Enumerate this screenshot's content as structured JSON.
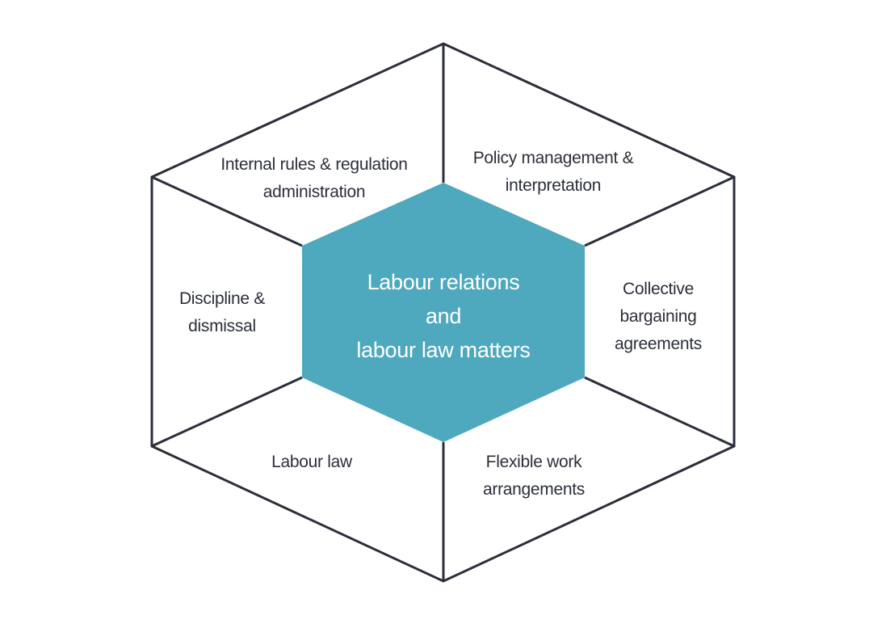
{
  "diagram": {
    "title": "Labour relations and labour law matters",
    "center": {
      "lines": [
        "Labour relations",
        "and",
        "labour law matters"
      ],
      "fill_color": "#4ea8be",
      "text_color": "#ffffff"
    },
    "segments": [
      {
        "id": "top-left",
        "lines": [
          "Internal rules & regulation",
          "administration"
        ]
      },
      {
        "id": "top-right",
        "lines": [
          "Policy management &",
          "interpretation"
        ]
      },
      {
        "id": "right",
        "lines": [
          "Collective",
          "bargaining",
          "agreements"
        ]
      },
      {
        "id": "bottom-right",
        "lines": [
          "Flexible work",
          "arrangements"
        ]
      },
      {
        "id": "bottom-left",
        "lines": [
          "Labour law"
        ]
      },
      {
        "id": "left",
        "lines": [
          "Discipline &",
          "dismissal"
        ]
      }
    ],
    "line_color": "#2b2f3a"
  }
}
